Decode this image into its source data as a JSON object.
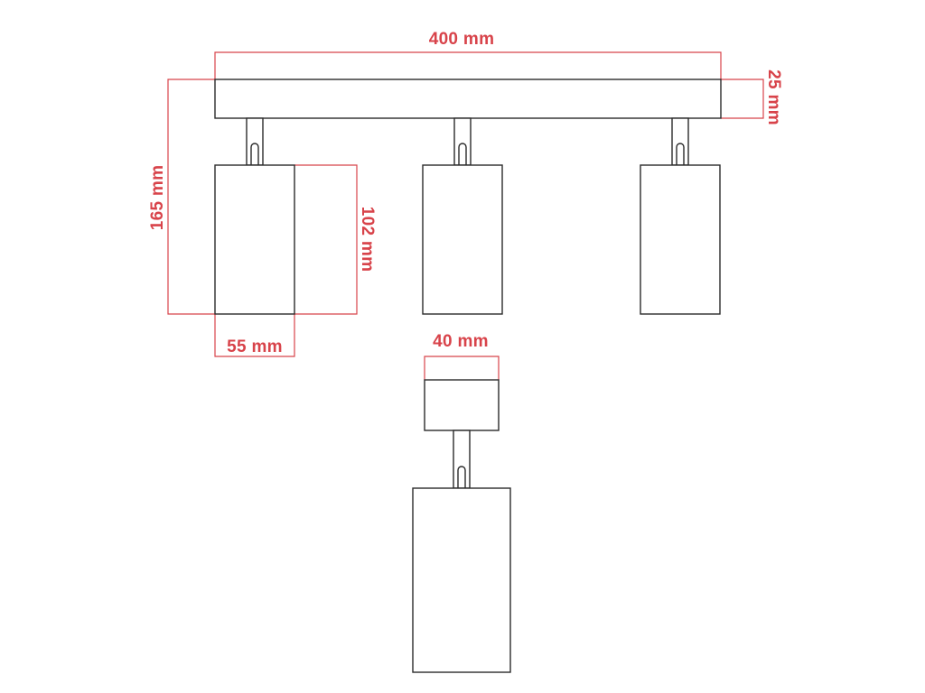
{
  "colors": {
    "dimension": "#d8434a",
    "outline": "#2b2b2b",
    "background": "#ffffff"
  },
  "dimensions": {
    "bar_length": "400 mm",
    "bar_height": "25 mm",
    "total_height": "165 mm",
    "spot_height": "102 mm",
    "spot_width": "55 mm",
    "base_width": "40 mm"
  }
}
